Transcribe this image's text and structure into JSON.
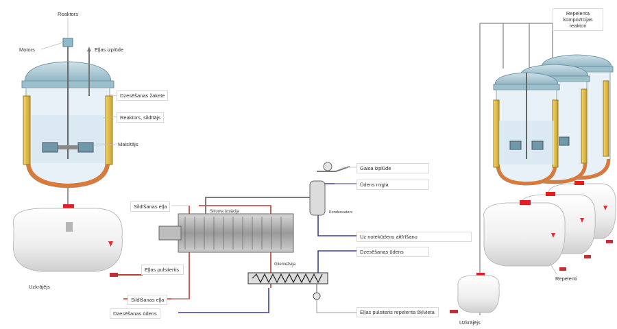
{
  "labels": {
    "reactor_top": "Reaktors",
    "motor": "Motors",
    "steam_out": "Eļļas izplūde",
    "cooling_jacket": "Dzesēšanas žakete",
    "reactor_heater": "Reaktors, sildītājs",
    "mixer": "Maisītājs",
    "storage_left": "Uzkrājējs",
    "oil_pump": "Eļļas pulsitertis",
    "heating_oil_top": "Sildīšanas eļļa",
    "heat_exchanger": "Siltuma izolācija",
    "gas_out": "Gaisa izplūde",
    "water_mist": "Ūdens migla",
    "condenser": "Kondensators",
    "to_contamination": "Uz notekūdeņu attīrīšanu",
    "cooling_water_right": "Dzesēšanas ūdens",
    "screw_conveyor": "Gliemežvija",
    "heating_oil_bottom": "Sildīšanas eļļa",
    "cooling_water_bottom": "Dzesēšanas ūdens",
    "oil_pump_bottom": "Eļļas pulsiteris repelenta šķīvieta",
    "storage_bottom": "Uzkrājējs",
    "repellent_reactors": "Repelenta kompozīcijas reaktori",
    "repellents": "Repelenti"
  },
  "colors": {
    "hot_line": "#c0392b",
    "cold_line": "#3a3f9a",
    "grey_line": "#7a7a7a",
    "jacket": "#e3c24d",
    "vessel_bottom": "#d97a3a",
    "lid": "#a9c8d4",
    "tank": "#f0f0f0",
    "cap": "#e02020"
  },
  "icons": [
    "motor-icon",
    "reactor-vessel-icon",
    "storage-tank-icon",
    "heat-exchanger-icon",
    "condenser-icon",
    "screw-conveyor-icon",
    "pump-icon",
    "flammable-label-icon"
  ]
}
